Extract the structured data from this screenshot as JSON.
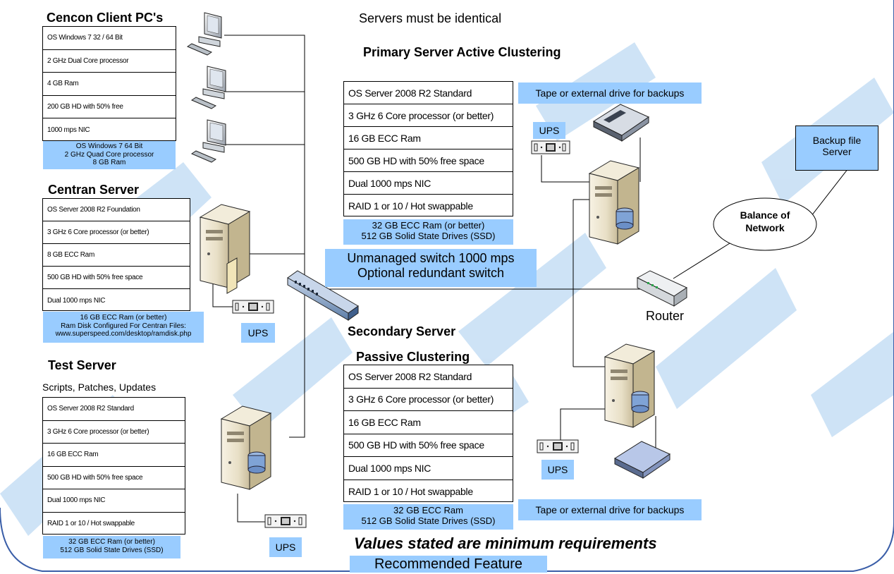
{
  "colors": {
    "accent_blue": "#99ccff",
    "watermark": "#1f7fd6",
    "line": "#000000"
  },
  "header_note": "Servers must be identical",
  "client_pcs": {
    "title": "Cencon Client PC's",
    "specs": [
      "OS Windows 7 32 / 64 Bit",
      "2 GHz Dual Core processor",
      "4 GB Ram",
      "200 GB HD with 50% free",
      "1000 mps NIC"
    ],
    "recommended": [
      "OS Windows 7 64 Bit",
      "2 GHz Quad Core processor",
      "8 GB Ram"
    ]
  },
  "centran_server": {
    "title": "Centran Server",
    "specs": [
      "OS Server 2008 R2 Foundation",
      "3 GHz 6 Core processor (or better)",
      "8 GB ECC Ram",
      "500 GB HD with 50% free space",
      "Dual 1000 mps NIC"
    ],
    "recommended": [
      "16 GB ECC Ram (or better)",
      "Ram Disk Configured For Centran Files:",
      "www.superspeed.com/desktop/ramdisk.php"
    ],
    "ups_label": "UPS"
  },
  "test_server": {
    "title": "Test Server",
    "subtitle": "Scripts, Patches, Updates",
    "specs": [
      "OS Server 2008 R2 Standard",
      "3 GHz 6 Core processor (or better)",
      "16 GB ECC Ram",
      "500 GB HD with 50% free space",
      "Dual 1000 mps NIC",
      "RAID 1 or 10 / Hot swappable"
    ],
    "recommended": [
      "32 GB ECC Ram (or better)",
      "512 GB Solid State Drives (SSD)"
    ],
    "ups_label": "UPS"
  },
  "primary_server": {
    "title": "Primary Server Active Clustering",
    "specs": [
      "OS Server 2008 R2 Standard",
      "3 GHz 6 Core processor (or better)",
      "16 GB ECC Ram",
      "500 GB HD with 50% free space",
      "Dual 1000 mps NIC",
      "RAID 1 or 10 / Hot swappable"
    ],
    "recommended": [
      "32 GB ECC Ram (or better)",
      "512 GB Solid State Drives (SSD)"
    ],
    "ups_label": "UPS",
    "backup_label": "Tape or external drive for backups"
  },
  "switch": {
    "lines": [
      "Unmanaged switch 1000 mps",
      "Optional redundant switch"
    ]
  },
  "secondary_server": {
    "title_line1": "Secondary Server",
    "title_line2": "Passive Clustering",
    "specs": [
      "OS Server 2008 R2 Standard",
      "3 GHz 6 Core processor (or better)",
      "16 GB ECC Ram",
      "500 GB HD with 50% free space",
      "Dual 1000 mps NIC",
      "RAID 1 or 10 / Hot swappable"
    ],
    "recommended": [
      "32 GB ECC Ram",
      "512 GB Solid State Drives (SSD)"
    ],
    "ups_label": "UPS",
    "backup_label": "Tape or external drive for backups"
  },
  "backup_file_server": [
    "Backup file",
    "Server"
  ],
  "balance_of_network": [
    "Balance of",
    "Network"
  ],
  "router_label": "Router",
  "footer": {
    "minimum_note": "Values stated are minimum requirements",
    "legend": "Recommended Feature"
  }
}
